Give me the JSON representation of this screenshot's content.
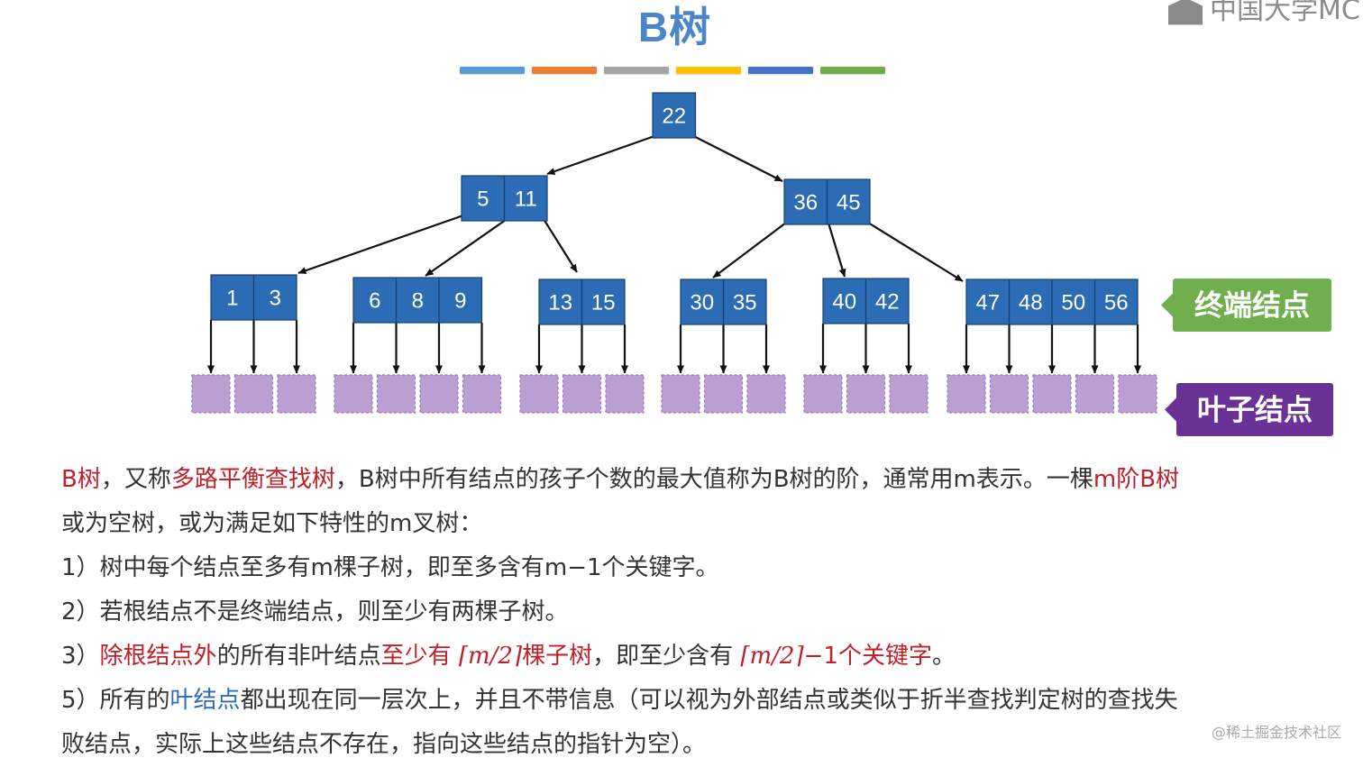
{
  "title": "B树",
  "brand": "中国大学MC",
  "stripe_colors": [
    "#5b9bd5",
    "#ed7d31",
    "#a5a5a5",
    "#ffc000",
    "#4472c4",
    "#70ad47"
  ],
  "colors": {
    "node_fill": "#2b6cb5",
    "leaf_fill": "#bb9fd3",
    "terminal_tag": "#6faf4e",
    "leaf_tag": "#6a3196",
    "highlight": "#c0202a"
  },
  "tree": {
    "root": [
      "22"
    ],
    "level2": [
      [
        "5",
        "11"
      ],
      [
        "36",
        "45"
      ]
    ],
    "level3": [
      [
        "1",
        "3"
      ],
      [
        "6",
        "8",
        "9"
      ],
      [
        "13",
        "15"
      ],
      [
        "30",
        "35"
      ],
      [
        "40",
        "42"
      ],
      [
        "47",
        "48",
        "50",
        "56"
      ]
    ]
  },
  "labels": {
    "terminal": "终端结点",
    "leaf": "叶子结点"
  },
  "description": {
    "line1": [
      {
        "text": "B树",
        "style": "red"
      },
      {
        "text": "，又称",
        "style": ""
      },
      {
        "text": "多路平衡查找树",
        "style": "red"
      },
      {
        "text": "，B树中所有结点的孩子个数的最大值称为B树的阶，通常用m表示。一棵",
        "style": ""
      },
      {
        "text": "m阶B树",
        "style": "red"
      }
    ],
    "line2": [
      {
        "text": "或为空树，或为满足如下特性的m叉树：",
        "style": ""
      }
    ],
    "line3": [
      {
        "text": "1）树中每个结点至多有m棵子树，即至多含有m−1个关键字。",
        "style": ""
      }
    ],
    "line4": [
      {
        "text": "2）若根结点不是终端结点，则至少有两棵子树。",
        "style": ""
      }
    ],
    "line5": [
      {
        "text": "3）",
        "style": ""
      },
      {
        "text": "除根结点外",
        "style": "red"
      },
      {
        "text": "的所有非叶结点",
        "style": ""
      },
      {
        "text": "至少有 ",
        "style": "red"
      },
      {
        "text": "⌈m/2⌉",
        "style": "red math"
      },
      {
        "text": "棵子树",
        "style": "red"
      },
      {
        "text": "，即至少含有 ",
        "style": ""
      },
      {
        "text": "⌈m/2⌉",
        "style": "red math"
      },
      {
        "text": "−1个关键字",
        "style": "red"
      },
      {
        "text": "。",
        "style": ""
      }
    ],
    "line6": [
      {
        "text": "5）所有的",
        "style": ""
      },
      {
        "text": "叶结点",
        "style": "blue"
      },
      {
        "text": "都出现在同一层次上，并且不带信息（可以视为外部结点或类似于折半查找判定树的查找失",
        "style": ""
      }
    ],
    "line7": [
      {
        "text": "败结点，实际上这些结点不存在，指向这些结点的指针为空）。",
        "style": ""
      }
    ]
  },
  "watermark": "@稀土掘金技术社区"
}
